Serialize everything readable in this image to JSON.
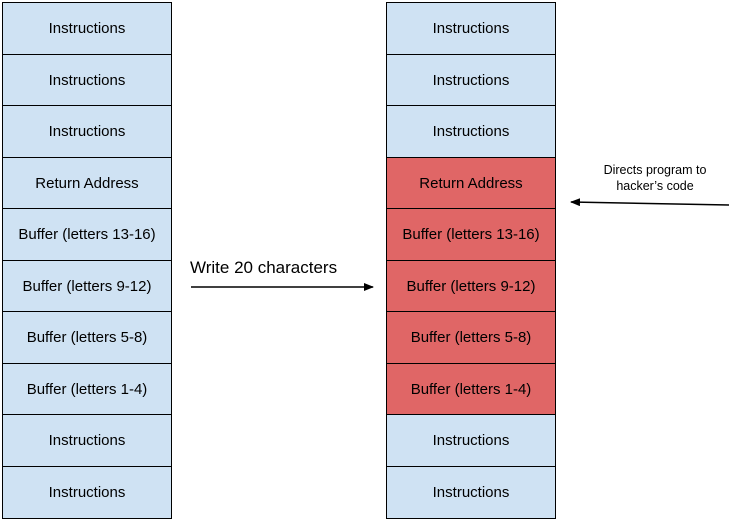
{
  "before_stack": [
    {
      "label": "Instructions",
      "kind": "instructions"
    },
    {
      "label": "Instructions",
      "kind": "instructions"
    },
    {
      "label": "Instructions",
      "kind": "instructions"
    },
    {
      "label": "Return Address",
      "kind": "return"
    },
    {
      "label": "Buffer (letters 13-16)",
      "kind": "buffer"
    },
    {
      "label": "Buffer (letters 9-12)",
      "kind": "buffer"
    },
    {
      "label": "Buffer (letters 5-8)",
      "kind": "buffer"
    },
    {
      "label": "Buffer (letters 1-4)",
      "kind": "buffer"
    },
    {
      "label": "Instructions",
      "kind": "instructions"
    },
    {
      "label": "Instructions",
      "kind": "instructions"
    }
  ],
  "after_stack": [
    {
      "label": "Instructions",
      "overwritten": false
    },
    {
      "label": "Instructions",
      "overwritten": false
    },
    {
      "label": "Instructions",
      "overwritten": false
    },
    {
      "label": "Return Address",
      "overwritten": true
    },
    {
      "label": "Buffer (letters 13-16)",
      "overwritten": true
    },
    {
      "label": "Buffer (letters 9-12)",
      "overwritten": true
    },
    {
      "label": "Buffer (letters 5-8)",
      "overwritten": true
    },
    {
      "label": "Buffer (letters 1-4)",
      "overwritten": true
    },
    {
      "label": "Instructions",
      "overwritten": false
    },
    {
      "label": "Instructions",
      "overwritten": false
    }
  ],
  "write_label": "Write 20 characters",
  "note": {
    "line1": "Directs program to",
    "line2": "hacker’s code"
  },
  "colors": {
    "normal": "#cfe2f3",
    "overwritten": "#e06666",
    "border": "#000000"
  }
}
